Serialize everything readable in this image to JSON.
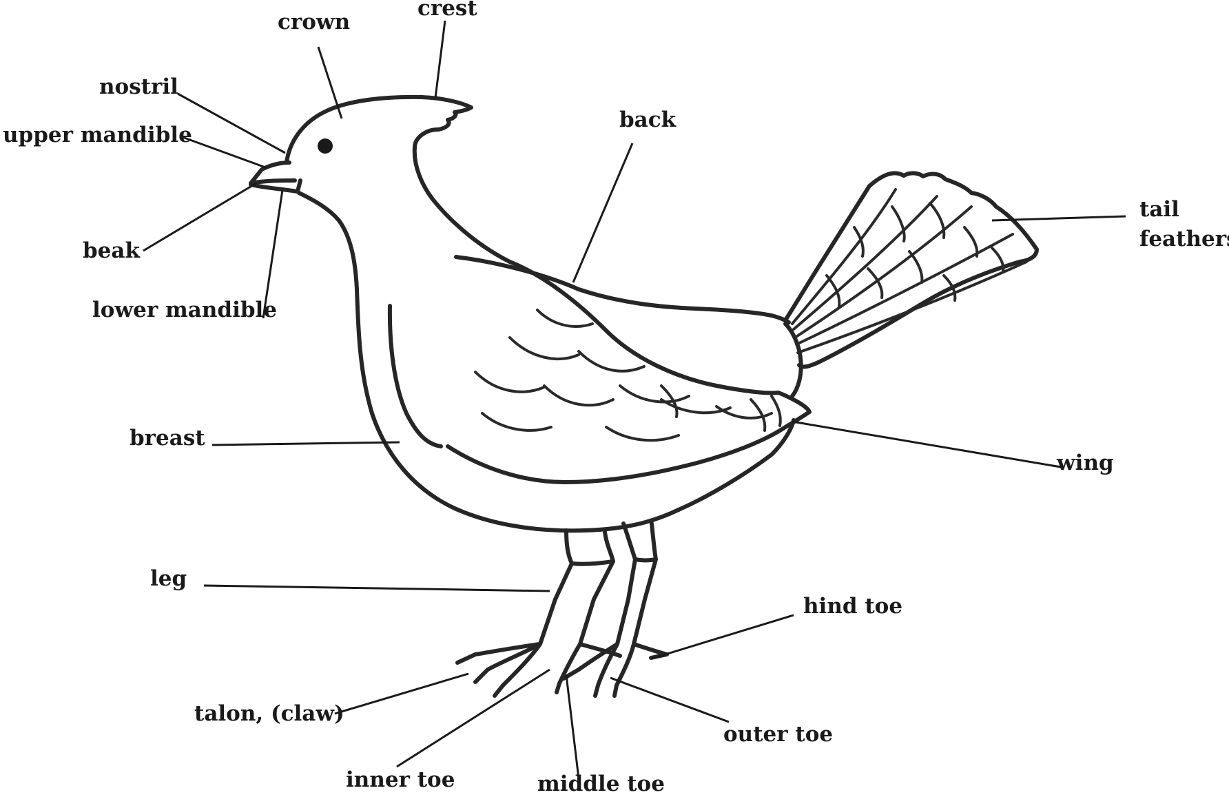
{
  "labels": {
    "crown": "crown",
    "crest": "crest",
    "nostril": "nostril",
    "upper_mandible": "upper mandible",
    "beak": "beak",
    "lower_mandible": "lower mandible",
    "back": "back",
    "tail_feathers_line1": "tail",
    "tail_feathers_line2": "feathers",
    "breast": "breast",
    "wing": "wing",
    "leg": "leg",
    "hind_toe": "hind toe",
    "talon": "talon, (claw)",
    "outer_toe": "outer toe",
    "inner_toe": "inner toe",
    "middle_toe": "middle toe"
  },
  "colors": {
    "background": "#ffffff",
    "line": "#262626",
    "text": "#1a1a1a"
  }
}
